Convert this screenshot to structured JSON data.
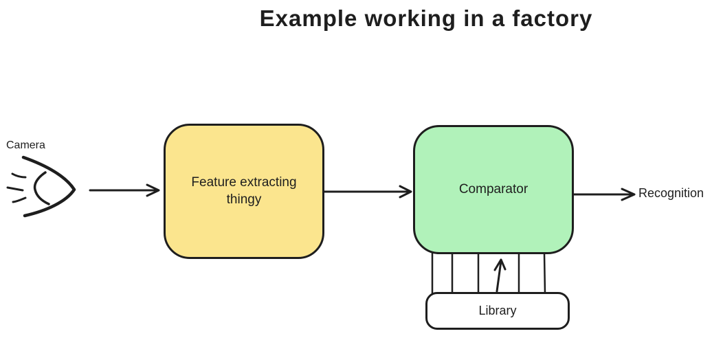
{
  "title": "Example working in a factory",
  "colors": {
    "background": "#ffffff",
    "stroke": "#1e1e1e",
    "feature_fill": "#fbe58e",
    "comparator_fill": "#b1f2ba",
    "library_fill": "#ffffff"
  },
  "nodes": {
    "camera": {
      "label": "Camera",
      "icon": "camera-sketch-icon"
    },
    "feature": {
      "label": "Feature extracting thingy"
    },
    "comparator": {
      "label": "Comparator"
    },
    "library": {
      "label": "Library"
    },
    "recognition": {
      "label": "Recognition"
    }
  },
  "connections": [
    {
      "from": "camera",
      "to": "feature",
      "type": "arrow"
    },
    {
      "from": "feature",
      "to": "comparator",
      "type": "arrow"
    },
    {
      "from": "comparator",
      "to": "recognition",
      "type": "arrow"
    },
    {
      "from": "library",
      "to": "comparator",
      "type": "up-arrow-with-4-plain-links"
    }
  ]
}
